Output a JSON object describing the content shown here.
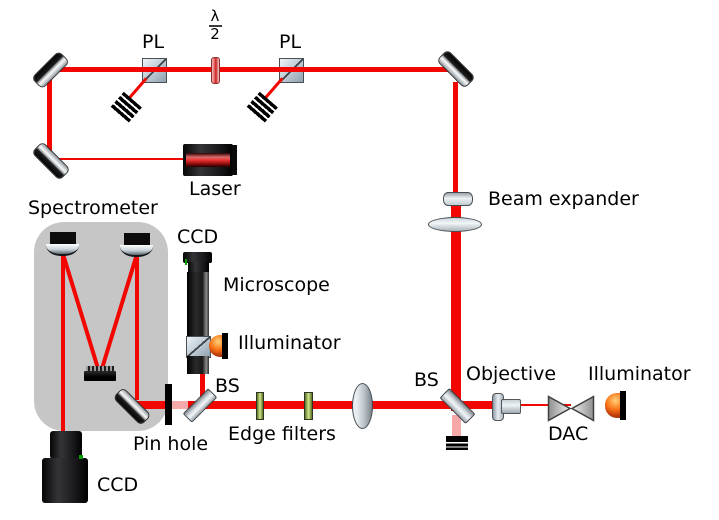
{
  "labels": {
    "pl_left": "PL",
    "pl_right": "PL",
    "half_wave_numerator": "λ",
    "half_wave_denominator": "2",
    "laser": "Laser",
    "beam_expander": "Beam expander",
    "spectrometer": "Spectrometer",
    "ccd_top": "CCD",
    "ccd_bottom": "CCD",
    "microscope": "Microscope",
    "illuminator_microscope": "Illuminator",
    "illuminator_right": "Illuminator",
    "bs_microscope": "BS",
    "bs_main": "BS",
    "objective": "Objective",
    "dac": "DAC",
    "pin_hole": "Pin hole",
    "edge_filters": "Edge filters"
  },
  "colors": {
    "beam": "#f10600",
    "beam_attenuated": "#f5a9a9",
    "spectrometer_box": "#c6c6c6",
    "illuminator": "#f97316",
    "edge_filter": "#d3e68d",
    "optic_silver": "#cfd7dc"
  }
}
